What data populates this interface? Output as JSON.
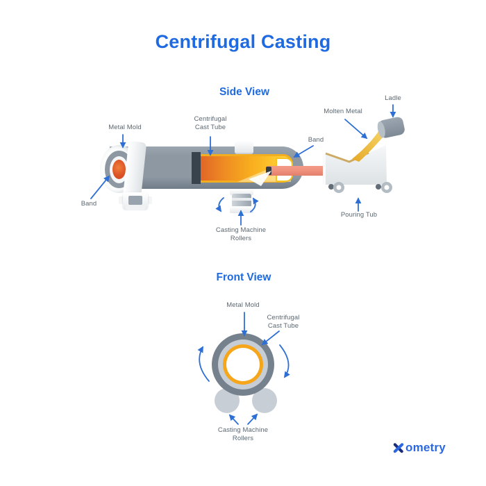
{
  "title": "Centrifugal Casting",
  "side_view": {
    "heading": "Side View",
    "labels": {
      "metal_mold": "Metal Mold",
      "band_left": "Band",
      "cast_tube": "Centrifugal\nCast Tube",
      "band_right": "Band",
      "molten_metal": "Molten Metal",
      "ladle": "Ladle",
      "rollers": "Casting Machine\nRollers",
      "pouring_tub": "Pouring Tub"
    }
  },
  "front_view": {
    "heading": "Front View",
    "labels": {
      "metal_mold": "Metal Mold",
      "cast_tube": "Centrifugal\nCast Tube",
      "rollers": "Casting Machine\nRollers"
    }
  },
  "logo": {
    "brand": "Xometry",
    "wordmark_suffix": "ometry"
  },
  "colors": {
    "accent_blue": "#1f6ae0",
    "arrow_blue": "#2e6fd6",
    "label_gray": "#5b6771",
    "mold_gray": "#8d98a3",
    "molten_orange": "#e0602a",
    "molten_yellow": "#ffd84f",
    "cast_tube_rim": "#f2ae1e",
    "spout_salmon": "#f0937f",
    "ladle_gray": "#8a95a0",
    "ring_outer": "#75818d",
    "ring_liner": "#c6cdd4",
    "ring_orange": "#f6a61b",
    "roller_gray": "#c7ced5",
    "logo_navy": "#172c7c",
    "logo_blue": "#2b67e0"
  }
}
